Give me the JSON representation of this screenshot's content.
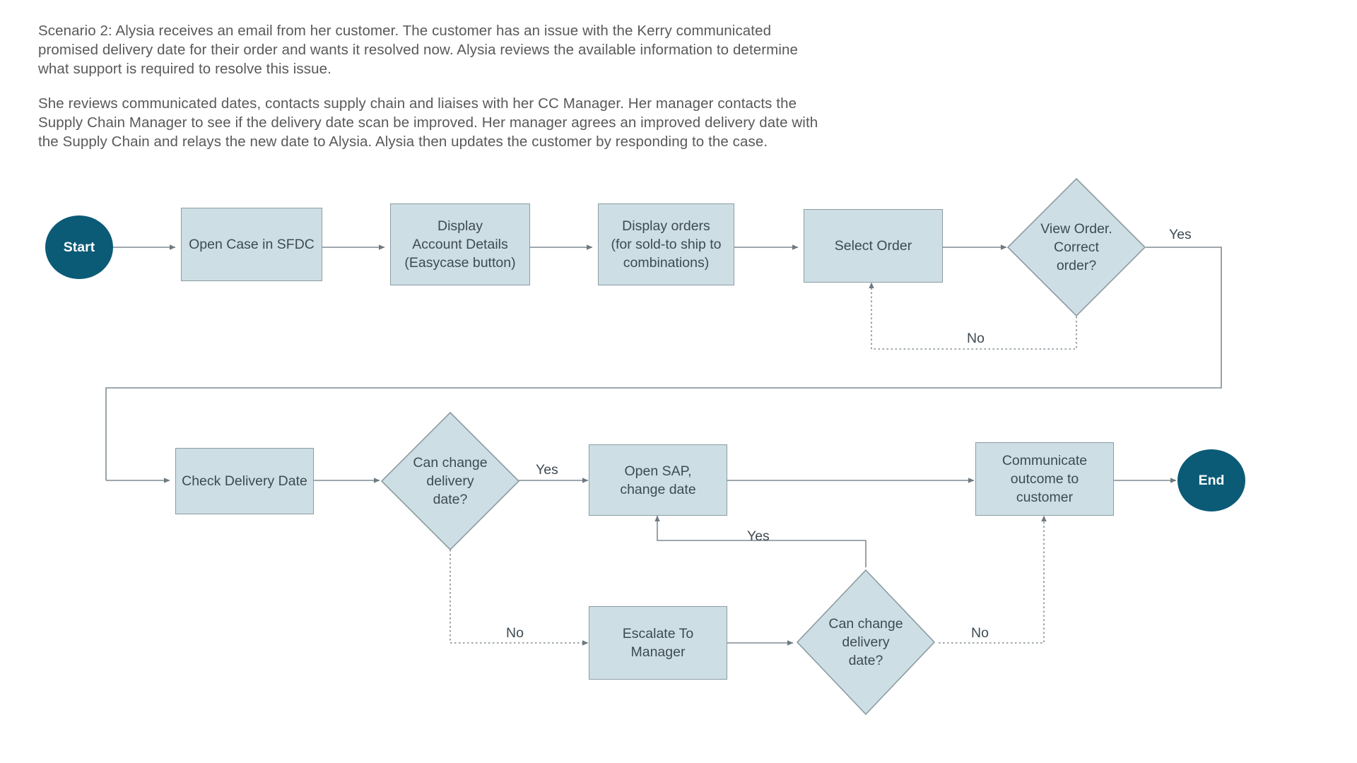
{
  "document": {
    "intro_paragraphs": [
      "Scenario 2: Alysia receives an email from her customer. The customer has an issue with the Kerry communicated promised delivery date for their order and wants it resolved now. Alysia reviews the available information to determine what support is required to resolve this issue.",
      "She reviews communicated dates, contacts supply chain and liaises with her CC Manager. Her manager contacts the Supply Chain Manager to see if the delivery date scan be improved. Her manager agrees an improved delivery date with the Supply Chain and relays the new date to Alysia. Alysia then updates the customer by responding to the case."
    ]
  },
  "colors": {
    "terminal_fill": "#0b5b77",
    "terminal_text": "#ffffff",
    "process_fill": "#cddfe5",
    "process_border": "#8c9ba1",
    "connector": "#7f8c93",
    "text": "#3f4a52",
    "intro_text": "#595959"
  },
  "flowchart": {
    "type": "flowchart",
    "nodes": [
      {
        "id": "start",
        "shape": "terminal",
        "label": "Start"
      },
      {
        "id": "open_case",
        "shape": "process",
        "label": "Open Case in SFDC"
      },
      {
        "id": "account",
        "shape": "process",
        "label": "Display\nAccount Details\n(Easycase button)"
      },
      {
        "id": "orders",
        "shape": "process",
        "label": "Display orders\n(for sold-to ship to\ncombinations)"
      },
      {
        "id": "select_order",
        "shape": "process",
        "label": "Select Order"
      },
      {
        "id": "view_order",
        "shape": "decision",
        "label": "View Order.\nCorrect\norder?"
      },
      {
        "id": "check_date",
        "shape": "process",
        "label": "Check Delivery Date"
      },
      {
        "id": "can_change_1",
        "shape": "decision",
        "label": "Can change\ndelivery\ndate?"
      },
      {
        "id": "open_sap",
        "shape": "process",
        "label": "Open SAP,\nchange date"
      },
      {
        "id": "communicate",
        "shape": "process",
        "label": "Communicate\noutcome to\ncustomer"
      },
      {
        "id": "end",
        "shape": "terminal",
        "label": "End"
      },
      {
        "id": "escalate",
        "shape": "process",
        "label": "Escalate To\nManager"
      },
      {
        "id": "can_change_2",
        "shape": "decision",
        "label": "Can change\ndelivery\ndate?"
      }
    ],
    "edges": [
      {
        "from": "start",
        "to": "open_case",
        "label": "",
        "style": "solid"
      },
      {
        "from": "open_case",
        "to": "account",
        "label": "",
        "style": "solid"
      },
      {
        "from": "account",
        "to": "orders",
        "label": "",
        "style": "solid"
      },
      {
        "from": "orders",
        "to": "select_order",
        "label": "",
        "style": "solid"
      },
      {
        "from": "select_order",
        "to": "view_order",
        "label": "",
        "style": "solid"
      },
      {
        "from": "view_order",
        "to": "check_date",
        "label": "Yes",
        "style": "solid"
      },
      {
        "from": "view_order",
        "to": "select_order",
        "label": "No",
        "style": "dotted"
      },
      {
        "from": "check_date",
        "to": "can_change_1",
        "label": "",
        "style": "solid"
      },
      {
        "from": "can_change_1",
        "to": "open_sap",
        "label": "Yes",
        "style": "solid"
      },
      {
        "from": "can_change_1",
        "to": "escalate",
        "label": "No",
        "style": "dotted"
      },
      {
        "from": "open_sap",
        "to": "communicate",
        "label": "",
        "style": "solid"
      },
      {
        "from": "communicate",
        "to": "end",
        "label": "",
        "style": "solid"
      },
      {
        "from": "escalate",
        "to": "can_change_2",
        "label": "",
        "style": "solid"
      },
      {
        "from": "can_change_2",
        "to": "open_sap",
        "label": "Yes",
        "style": "solid"
      },
      {
        "from": "can_change_2",
        "to": "communicate",
        "label": "No",
        "style": "dotted"
      }
    ],
    "edge_labels": {
      "view_order_yes": "Yes",
      "view_order_no": "No",
      "can_change_1_yes": "Yes",
      "can_change_1_no": "No",
      "can_change_2_yes": "Yes",
      "can_change_2_no": "No"
    }
  }
}
